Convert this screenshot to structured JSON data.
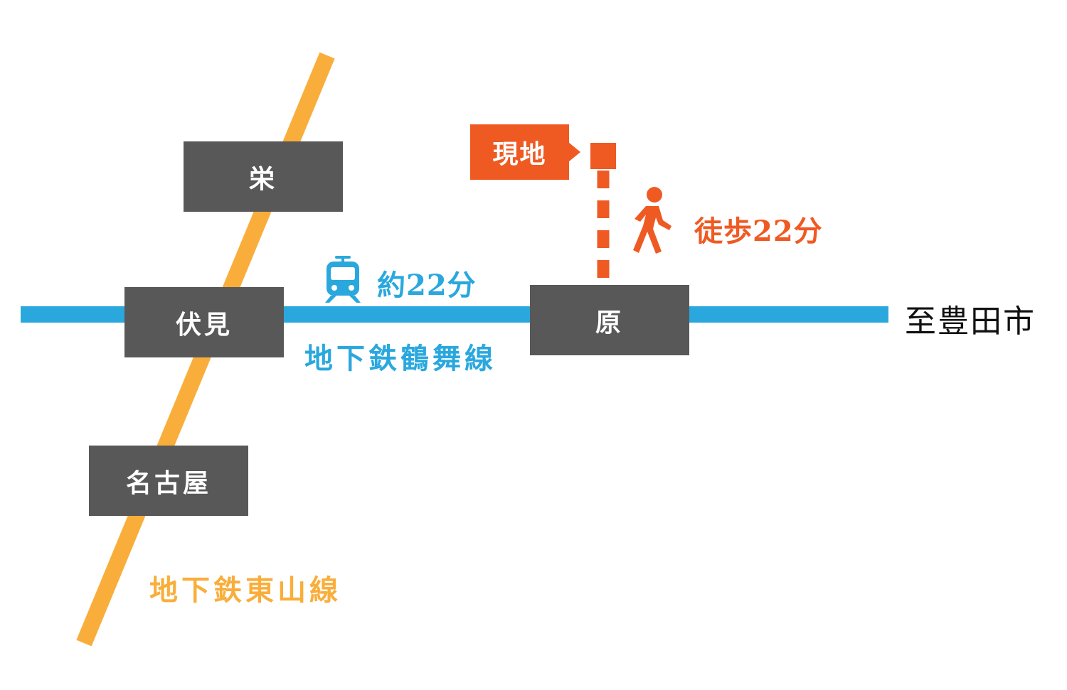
{
  "stations": {
    "sakae": "栄",
    "fushimi": "伏見",
    "nagoya": "名古屋",
    "hara": "原"
  },
  "lines": {
    "tsurumai": {
      "name": "地下鉄鶴舞線",
      "color": "#2aa8de"
    },
    "higashiyama": {
      "name": "地下鉄東山線",
      "color": "#f9ae3b"
    }
  },
  "destination": "至豊田市",
  "travel_time": {
    "label": "約22分",
    "icon": "train-icon"
  },
  "current_location": {
    "label": "現地",
    "color": "#ef5a23"
  },
  "walk": {
    "label": "徒歩22分",
    "icon": "walking-person-icon"
  },
  "station_box_color": "#585858"
}
